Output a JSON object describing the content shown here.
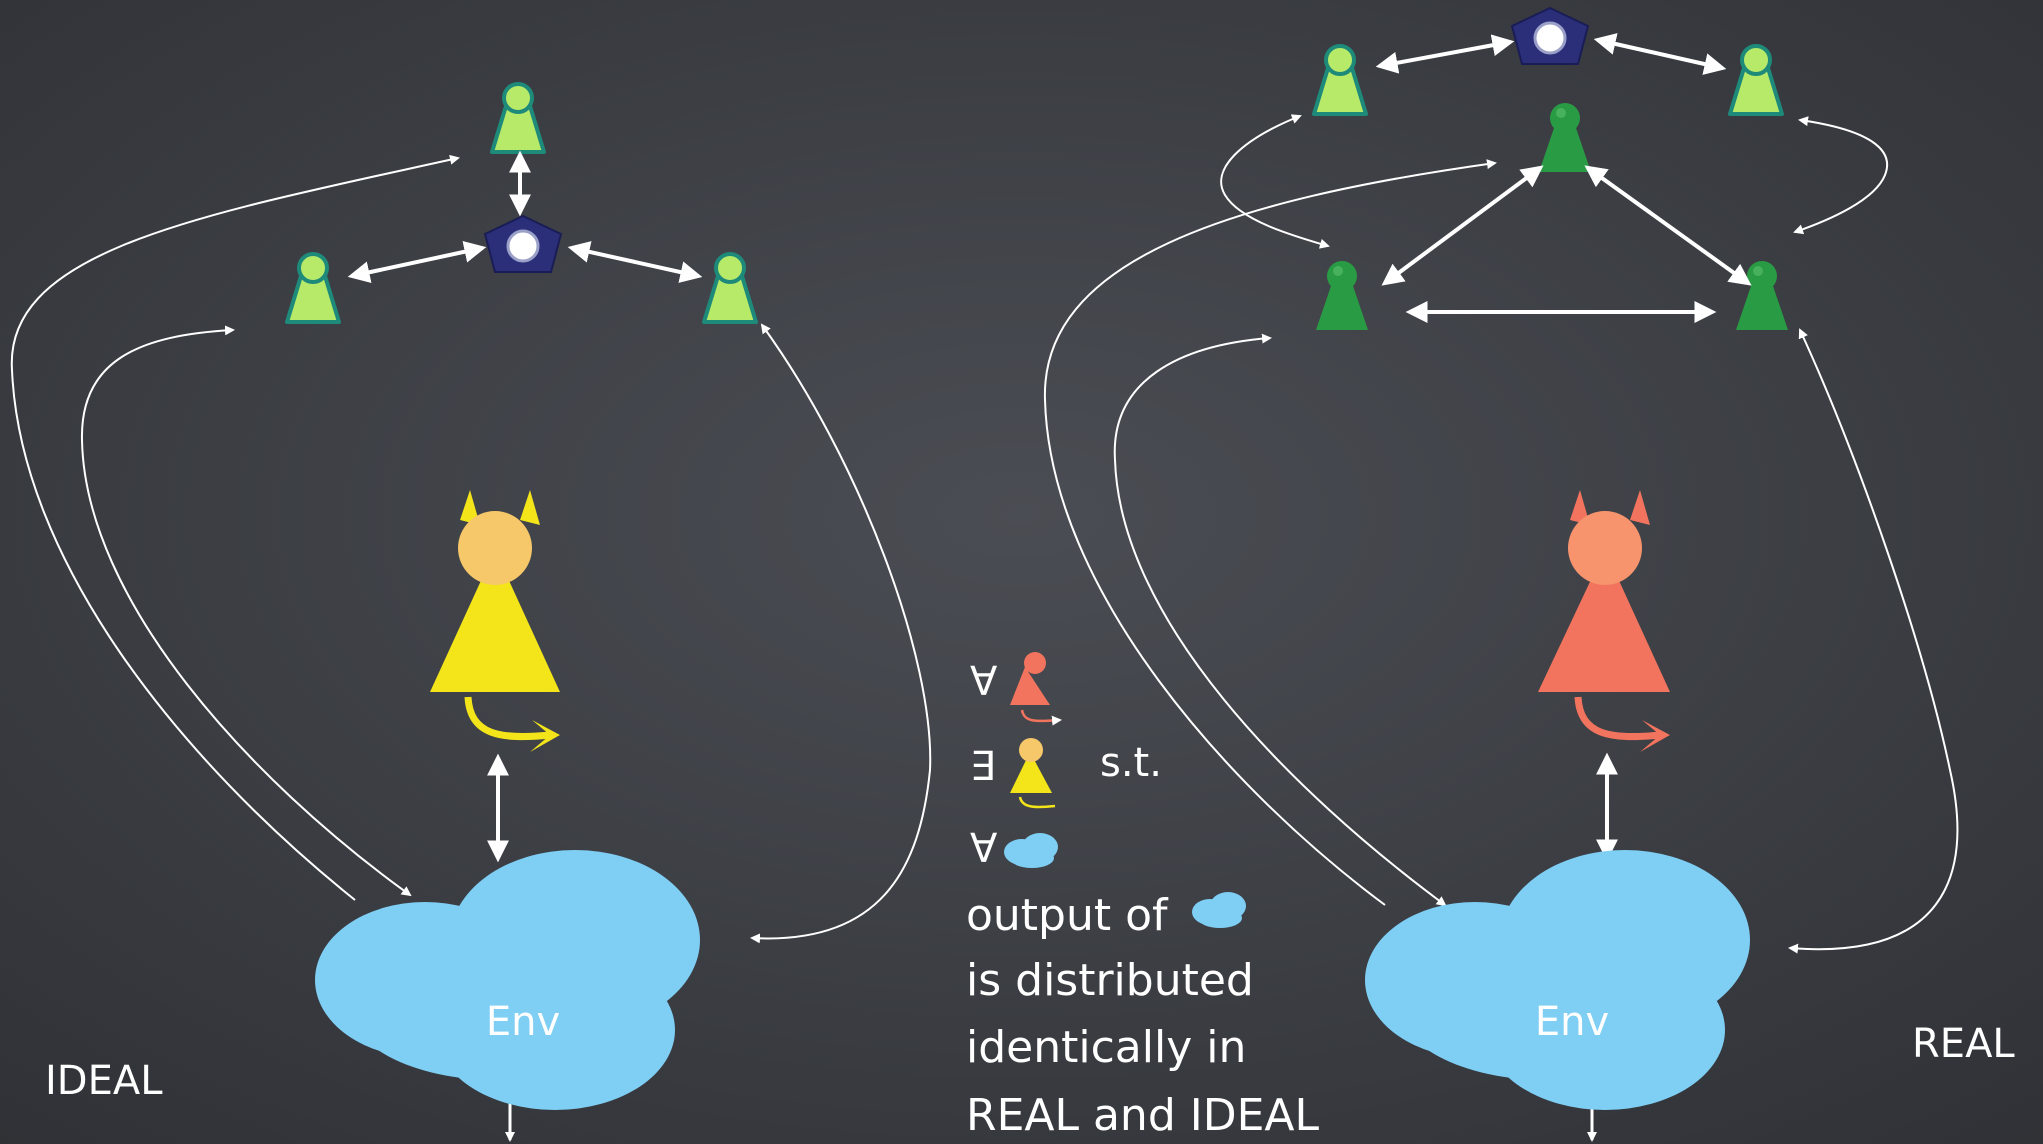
{
  "slide": {
    "left_label": "IDEAL",
    "right_label": "REAL",
    "env_left": "Env",
    "env_right": "Env"
  },
  "definition": {
    "forall_symbol": "∀",
    "exists_symbol": "∃",
    "st": "s.t.",
    "forall_env_symbol": "∀",
    "line1": "output of",
    "line2": "is distributed",
    "line3": "identically in",
    "line4": "REAL and IDEAL"
  },
  "colors": {
    "background": "#3d4046",
    "ideal_party": "#b8ea6a",
    "real_party": "#2a9b45",
    "trusted_party": "#2b2f7a",
    "ideal_adversary": "#f3e51a",
    "real_adversary": "#f3745e",
    "environment": "#7fcef4",
    "arrow": "#ffffff"
  }
}
